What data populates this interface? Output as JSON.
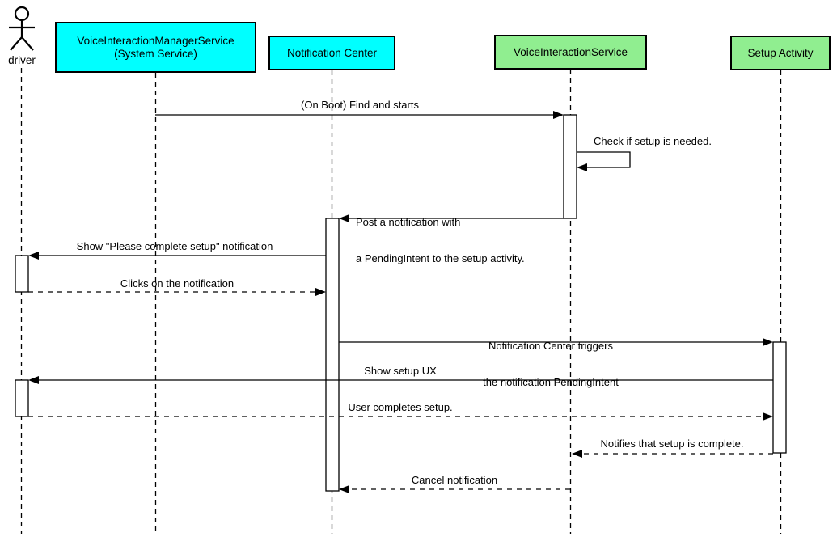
{
  "diagram": {
    "title": "Voice interaction setup sequence diagram",
    "colors": {
      "participant_cyan": "#00ffff",
      "participant_green": "#90ee90",
      "line": "#000000",
      "background": "#ffffff"
    },
    "participants": [
      {
        "id": "driver",
        "type": "actor",
        "label": "driver"
      },
      {
        "id": "vims",
        "type": "box",
        "color": "#00ffff",
        "lines": [
          "VoiceInteractionManagerService",
          "(System Service)"
        ]
      },
      {
        "id": "notification-center",
        "type": "box",
        "color": "#00ffff",
        "label": "Notification Center"
      },
      {
        "id": "voice-interaction-service",
        "type": "box",
        "color": "#90ee90",
        "label": "VoiceInteractionService"
      },
      {
        "id": "setup-activity",
        "type": "box",
        "color": "#90ee90",
        "label": "Setup Activity"
      }
    ],
    "messages": [
      {
        "from": "vims",
        "to": "voice-interaction-service",
        "style": "solid",
        "lines": [
          "(On Boot) Find and starts"
        ]
      },
      {
        "from": "voice-interaction-service",
        "to": "voice-interaction-service",
        "style": "self",
        "lines": [
          "Check if setup is needed."
        ]
      },
      {
        "from": "voice-interaction-service",
        "to": "notification-center",
        "style": "solid",
        "lines": [
          "Post a notification with",
          "a PendingIntent to the setup activity."
        ]
      },
      {
        "from": "notification-center",
        "to": "driver",
        "style": "solid",
        "lines": [
          "Show \"Please complete setup\" notification"
        ]
      },
      {
        "from": "driver",
        "to": "notification-center",
        "style": "dashed",
        "lines": [
          "Clicks on the notification"
        ]
      },
      {
        "from": "notification-center",
        "to": "setup-activity",
        "style": "solid",
        "lines": [
          "Notification Center triggers",
          "the notification PendingIntent"
        ]
      },
      {
        "from": "setup-activity",
        "to": "driver",
        "style": "solid",
        "lines": [
          "Show setup UX"
        ]
      },
      {
        "from": "driver",
        "to": "setup-activity",
        "style": "dashed",
        "lines": [
          "User completes setup."
        ]
      },
      {
        "from": "setup-activity",
        "to": "voice-interaction-service",
        "style": "dashed",
        "lines": [
          "Notifies that setup is complete."
        ]
      },
      {
        "from": "voice-interaction-service",
        "to": "notification-center",
        "style": "dashed",
        "lines": [
          "Cancel notification"
        ]
      }
    ]
  }
}
